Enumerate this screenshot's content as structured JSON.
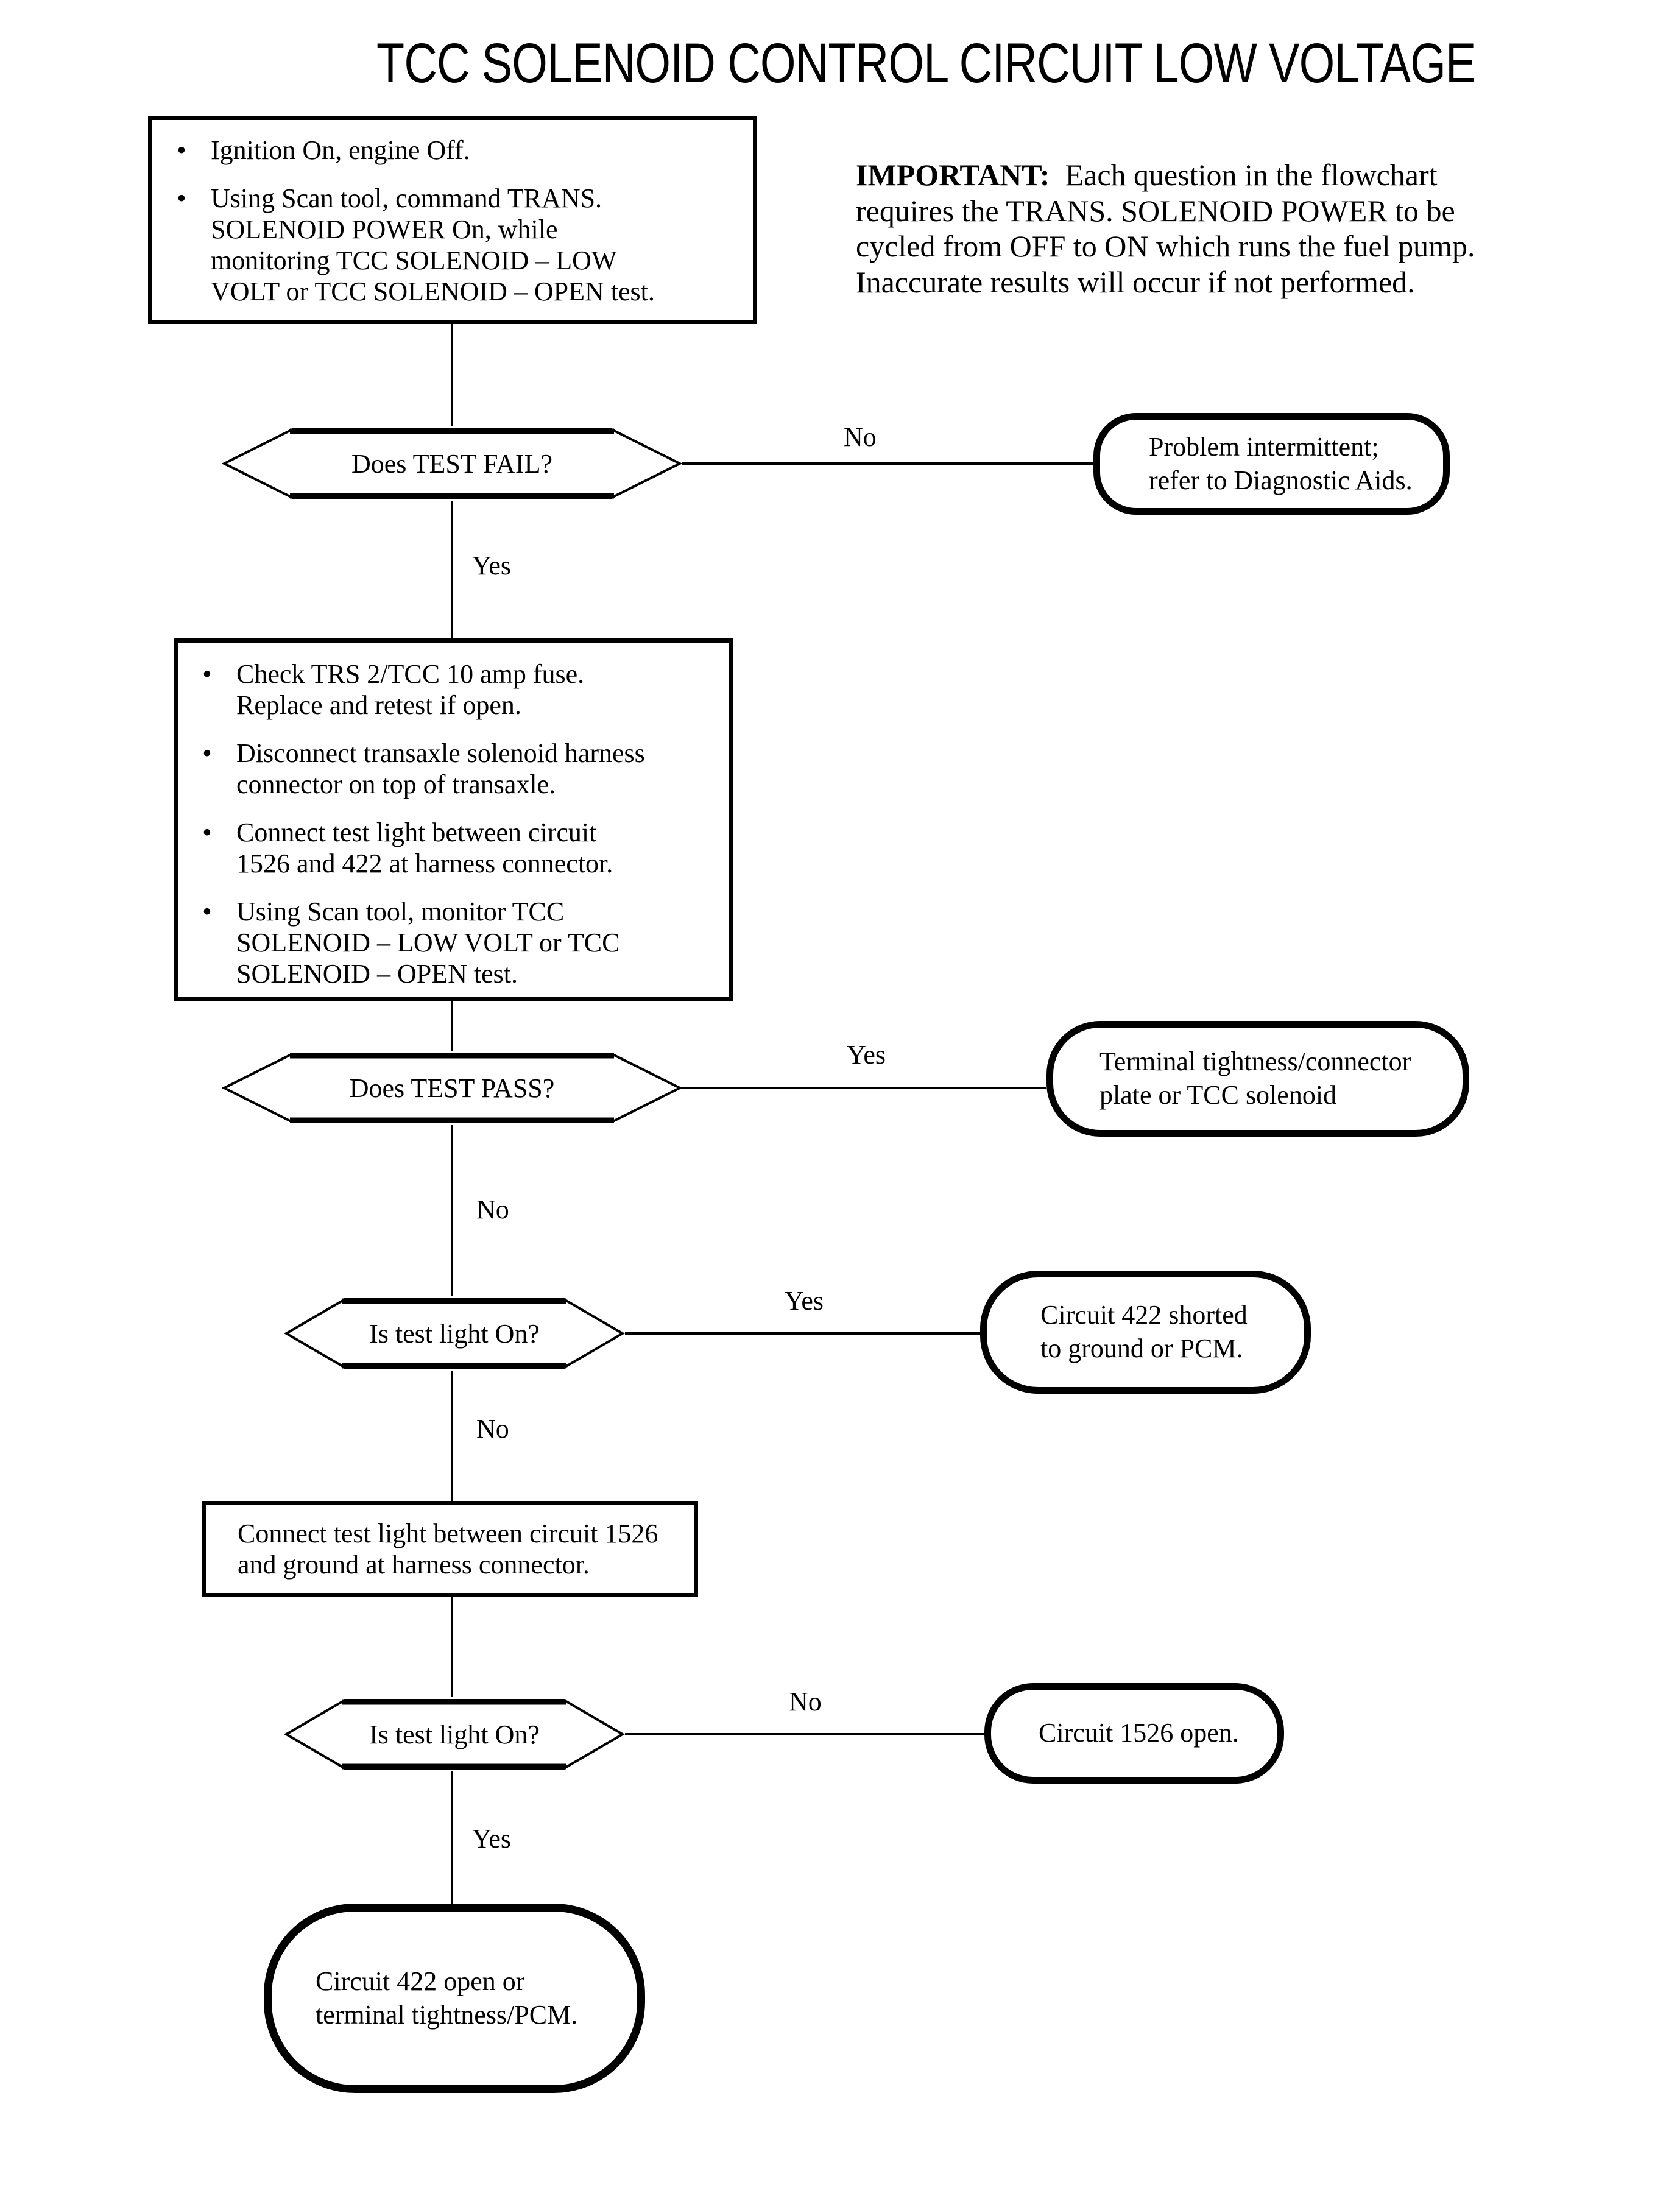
{
  "page": {
    "title": "TCC SOLENOID CONTROL CIRCUIT LOW VOLTAGE"
  },
  "important_note": {
    "label": "IMPORTANT:",
    "lines": [
      "Each question in the flowchart",
      "requires the TRANS. SOLENOID POWER to be",
      "cycled from OFF to ON which runs the fuel pump.",
      "Inaccurate results will occur if not performed."
    ]
  },
  "flow": {
    "setup_box": {
      "bullets": [
        {
          "lines": [
            "Ignition On, engine Off."
          ]
        },
        {
          "lines": [
            "Using Scan tool, command TRANS.",
            "SOLENOID POWER On, while",
            "monitoring TCC SOLENOID – LOW",
            "VOLT or TCC SOLENOID – OPEN test."
          ]
        }
      ]
    },
    "decision_test_fail": {
      "question": "Does TEST FAIL?",
      "no_label": "No",
      "yes_label": "Yes"
    },
    "terminal_problem_intermittent": {
      "lines": [
        "Problem intermittent;",
        "refer to Diagnostic Aids."
      ]
    },
    "check_box": {
      "bullets": [
        {
          "lines": [
            "Check TRS 2/TCC 10 amp fuse.",
            "Replace and retest if open."
          ]
        },
        {
          "lines": [
            "Disconnect transaxle solenoid harness",
            "connector on top of transaxle."
          ]
        },
        {
          "lines": [
            "Connect test light between circuit",
            "1526 and 422 at harness connector."
          ]
        },
        {
          "lines": [
            "Using Scan tool, monitor TCC",
            "SOLENOID – LOW VOLT or TCC",
            "SOLENOID – OPEN test."
          ]
        }
      ]
    },
    "decision_test_pass": {
      "question": "Does TEST PASS?",
      "yes_label": "Yes",
      "no_label": "No"
    },
    "terminal_terminal_tightness": {
      "lines": [
        "Terminal tightness/connector",
        "plate or TCC solenoid"
      ]
    },
    "decision_test_light_1": {
      "question": "Is test light On?",
      "yes_label": "Yes",
      "no_label": "No"
    },
    "terminal_circuit_422_shorted": {
      "lines": [
        "Circuit 422 shorted",
        "to ground or PCM."
      ]
    },
    "action_connect_test_light": {
      "lines": [
        "Connect test light between circuit 1526",
        "and ground at harness connector."
      ]
    },
    "decision_test_light_2": {
      "question": "Is test light On?",
      "no_label": "No",
      "yes_label": "Yes"
    },
    "terminal_circuit_1526_open": {
      "lines": [
        "Circuit 1526 open."
      ]
    },
    "terminal_circuit_422_open": {
      "lines": [
        "Circuit 422 open or",
        "terminal tightness/PCM."
      ]
    }
  },
  "colors": {
    "ink": "#000000",
    "background": "#ffffff"
  }
}
